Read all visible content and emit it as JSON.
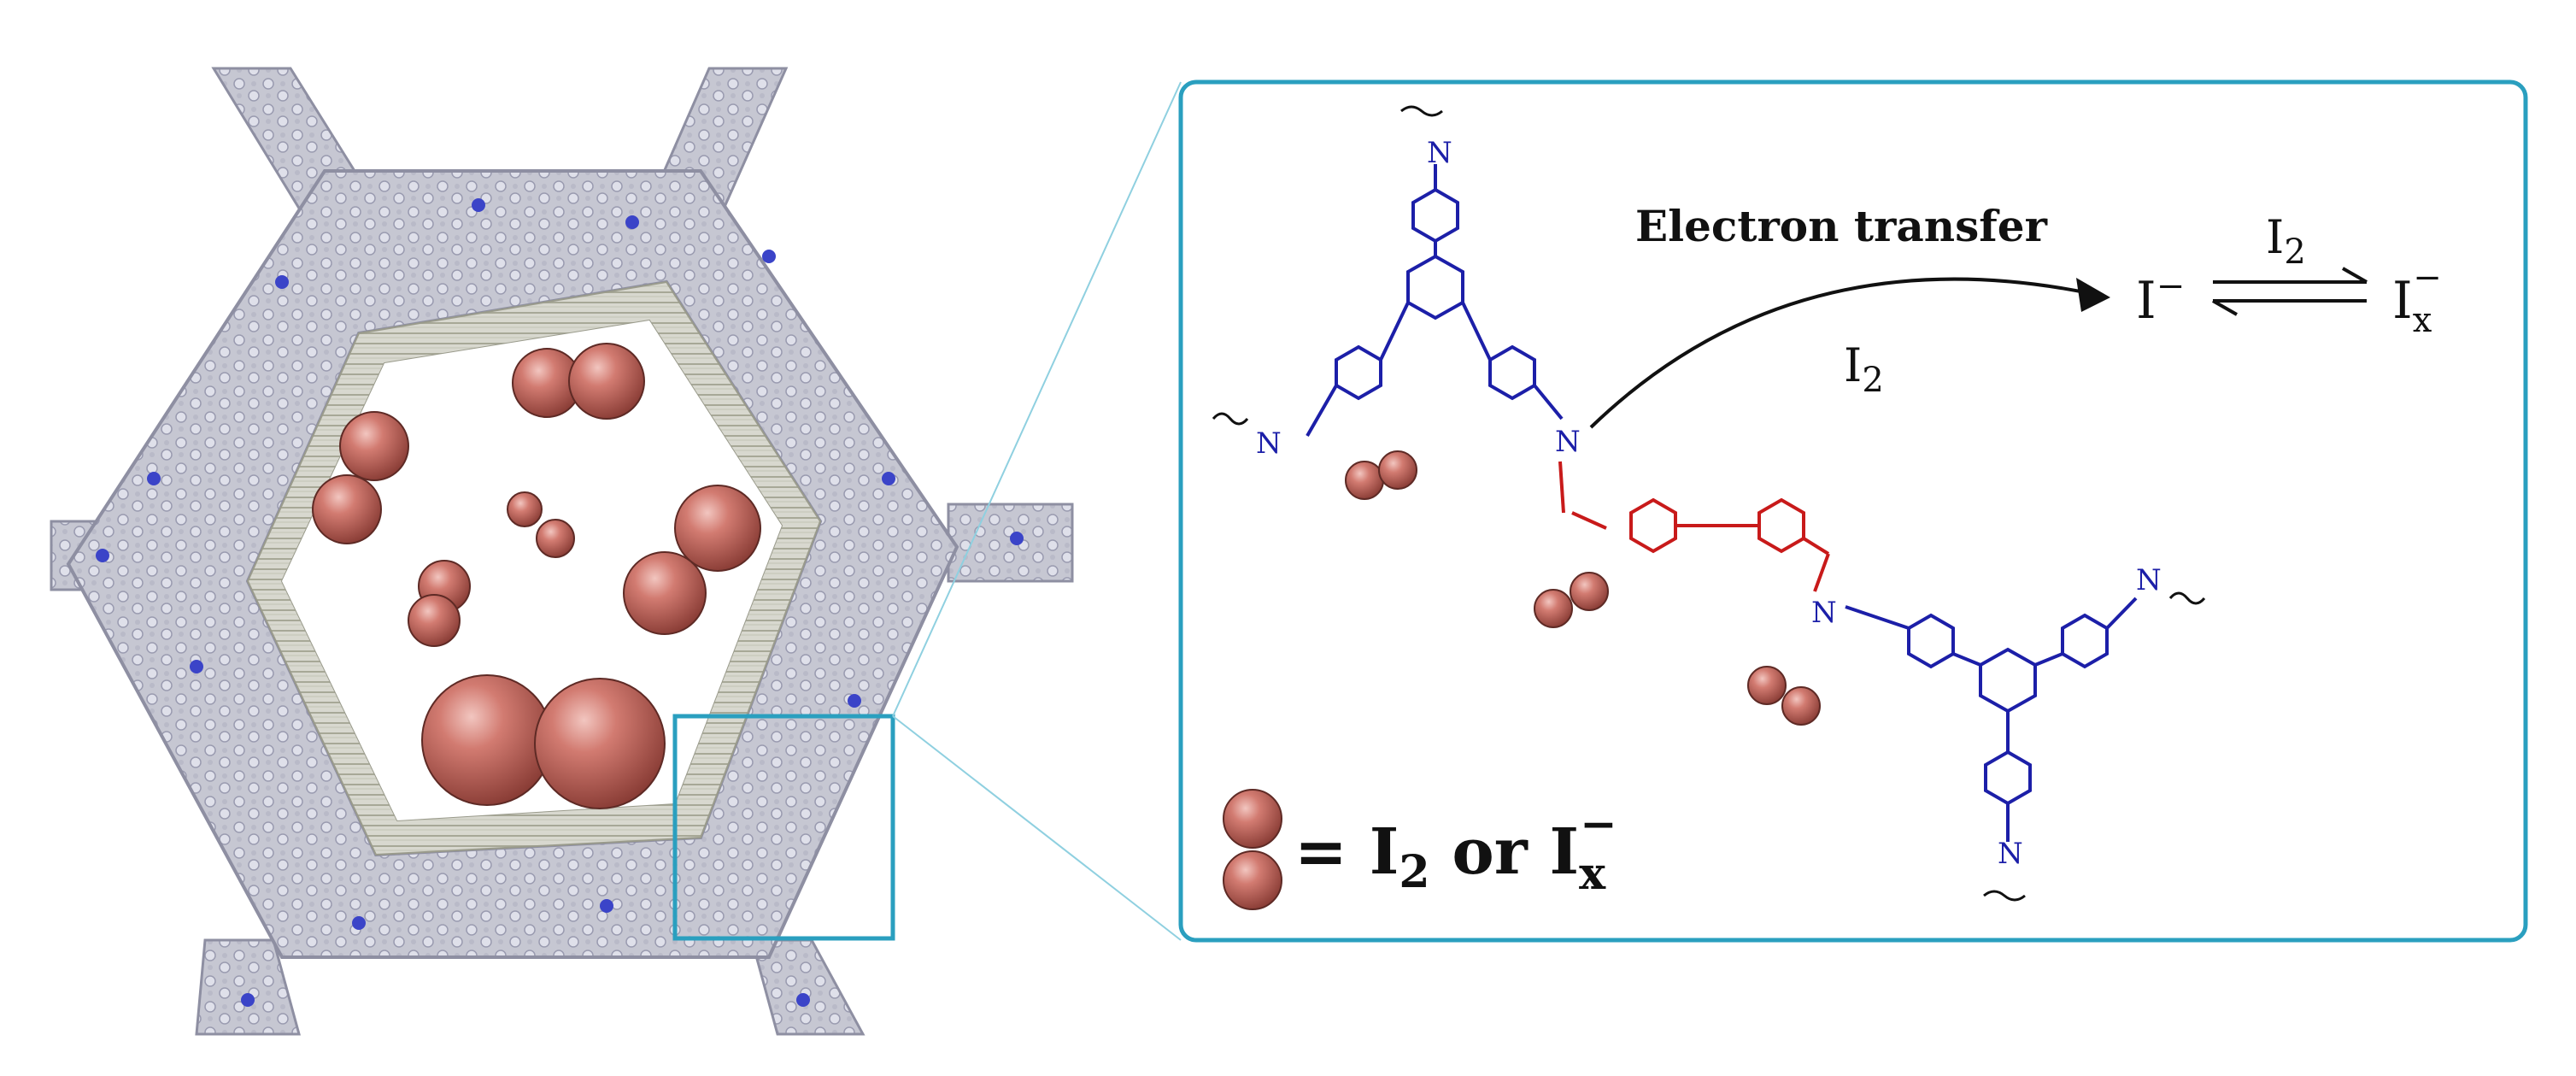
{
  "colors": {
    "frame": "#2a9fbf",
    "framework": "#c9cad6",
    "framework_edge": "#8e8fa2",
    "nitrogen": "#3b44c8",
    "iodine": "#c56a60",
    "blue_linker": "#1c1fa8",
    "red_linker": "#c81a1a",
    "text": "#111111"
  },
  "icons": [
    "hexagonal-pore",
    "iodine-molecule",
    "zoom-box",
    "reaction-arrow",
    "equilibrium-arrows"
  ],
  "labels": {
    "electron_transfer": "Electron transfer",
    "i2_over_equilibrium": "I",
    "i2_sub": "2",
    "i2_below_arrow": "I",
    "i2_below_sub": "2",
    "iodide": "I",
    "iodide_sup": "−",
    "polyiodide": "I",
    "polyiodide_sub": "x",
    "polyiodide_sup": "−",
    "nitrogen": "N",
    "legend_eq": "= I",
    "legend_sub": "2",
    "legend_or": " or I",
    "legend_x_sub": "x",
    "legend_x_sup": "−"
  }
}
